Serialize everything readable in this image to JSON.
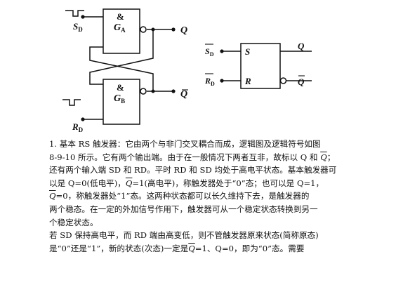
{
  "figure_left": {
    "gate_a_symbol": "&",
    "gate_a_label": "G",
    "gate_a_sub": "A",
    "gate_b_symbol": "&",
    "gate_b_label": "G",
    "gate_b_sub": "B",
    "input_top_label": "S",
    "input_top_sub": "D",
    "input_bottom_label": "R",
    "input_bottom_sub": "D",
    "output_q": "Q",
    "output_qbar": "Q"
  },
  "figure_right": {
    "in_s_label": "S",
    "in_s_sub": "D",
    "in_r_label": "R",
    "in_r_sub": "D",
    "pin_s": "S",
    "pin_r": "R",
    "output_q": "Q",
    "output_qbar": "Q"
  },
  "paragraph": {
    "l1": "1. 基本 RS 触发器：它由两个与非门交叉耦合而成，逻辑图及逻辑符号如图",
    "l2a": "8-9-10 所示。它有两个输出端。由于在一般情况下两者互非，故标以 Q 和",
    "l2b": "Q",
    "l2c": "；",
    "l3": "还有两个输入端 SD 和 RD。平时 RD 和 SD 均处于高电平状态。基本触发器可",
    "l4a": "以是 Q=0(低电平)，",
    "l4b": "Q",
    "l4c": "=1(高电平)，称触发器处于“0”态；也可以是 Q=1，",
    "l5a": "Q",
    "l5b": "=0，称触发器处“1”态。这两种状态都可以长久维持下去，是触发器的",
    "l6": "两个稳态。在一定的外加信号作用下，触发器可从一个稳定状态转换到另一",
    "l7": "个稳定状态。",
    "l8": "若 SD 保持高电平，而 RD 端由高变低，则不管触发器原来状态(简称原态)",
    "l9a": "是“0”还是“1”，新的状态(次态)一定是",
    "l9b": "Q",
    "l9c": "=1、Q=0，即为“0”态。需要"
  }
}
